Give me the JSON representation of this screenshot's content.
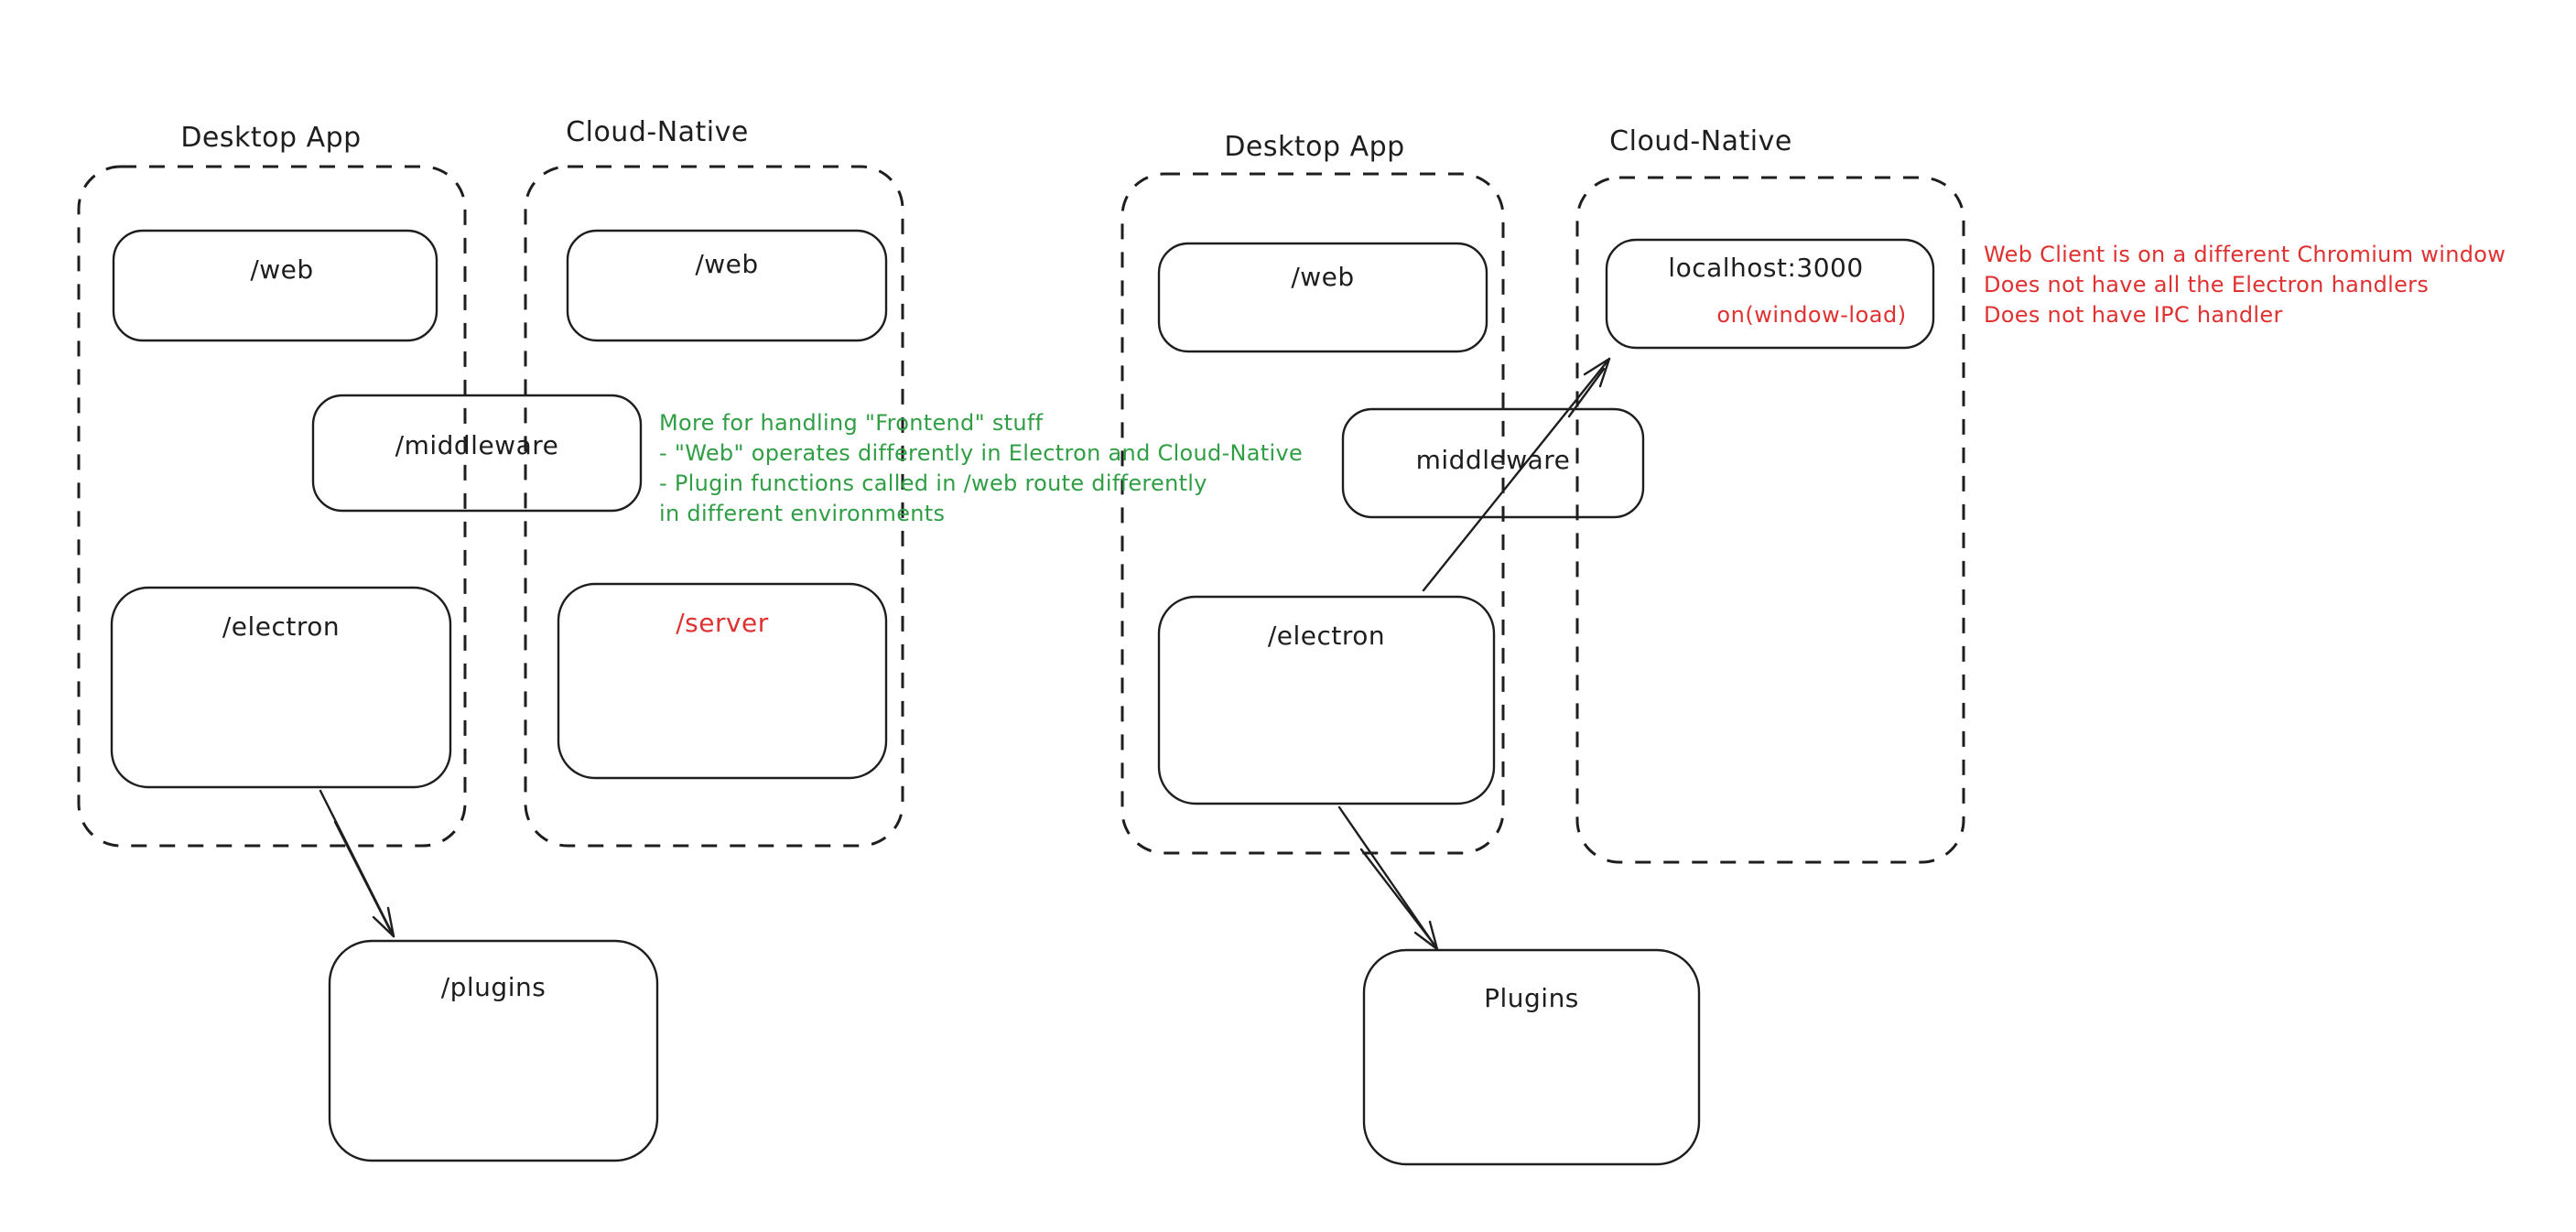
{
  "colors": {
    "ink": "#1e1e1e",
    "green": "#2f9e44",
    "red": "#e03131",
    "background": "#ffffff"
  },
  "left_diagram": {
    "desktop_label": "Desktop App",
    "cloud_label": "Cloud-Native",
    "nodes": {
      "web_desktop": "/web",
      "web_cloud": "/web",
      "middleware": "/middleware",
      "electron": "/electron",
      "server": "/server",
      "plugins": "/plugins"
    }
  },
  "right_diagram": {
    "desktop_label": "Desktop App",
    "cloud_label": "Cloud-Native",
    "nodes": {
      "web": "/web",
      "localhost": "localhost:3000",
      "window_load": "on(window-load)",
      "middleware": "middleware",
      "electron": "/electron",
      "plugins": "Plugins"
    }
  },
  "notes": {
    "frontend_note": "More for handling \"Frontend\" stuff\n- \"Web\" operates differently in Electron and Cloud-Native\n- Plugin functions called in /web route differently\nin different environments",
    "web_client_note": "Web Client is on a different Chromium window\nDoes not have all the Electron handlers\nDoes not have IPC handler"
  }
}
